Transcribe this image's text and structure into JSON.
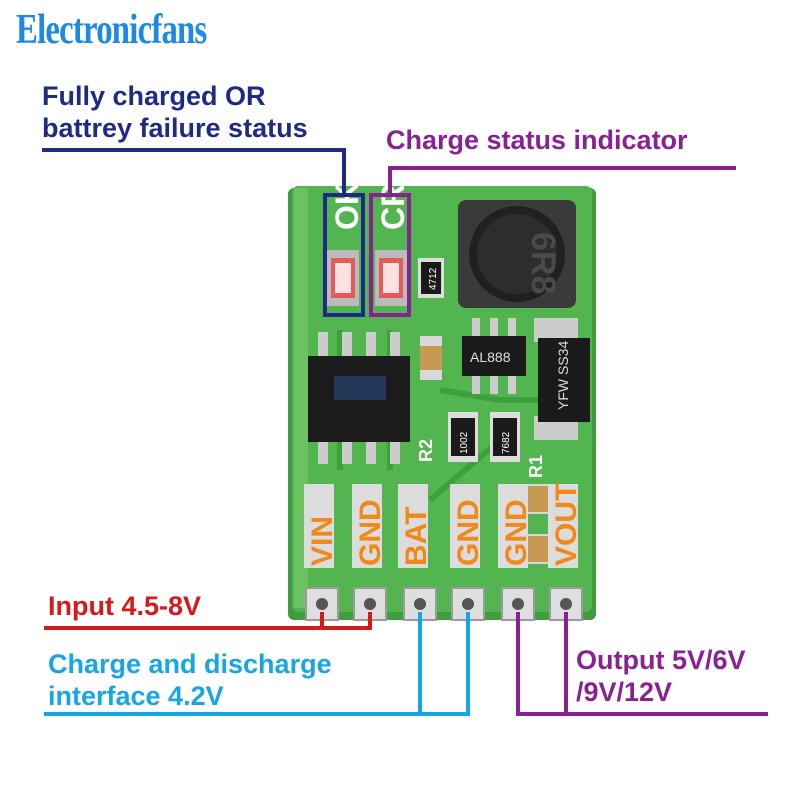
{
  "brand": {
    "name": "Electronicfans"
  },
  "callouts": {
    "ok_status_line1": "Fully charged OR",
    "ok_status_line2": "battrey failure status",
    "charge_status": "Charge status indicator",
    "input": "Input 4.5-8V",
    "charge_interface_line1": "Charge and discharge",
    "charge_interface_line2": "interface 4.2V",
    "output_line1": "Output 5V/6V",
    "output_line2": "/9V/12V"
  },
  "board": {
    "led_labels": [
      "OK",
      "CR"
    ],
    "pin_labels": [
      "VIN",
      "GND",
      "BAT",
      "GND",
      "GND",
      "VOUT"
    ],
    "chip_u1": "AL888",
    "diode": "YFW SS34",
    "inductor": "6R8",
    "res_r2_code": "1002",
    "res_r1_code": "7682",
    "res_top_code": "4712",
    "silk_r2": "R2",
    "silk_r1": "R1"
  },
  "colors": {
    "brand": "#1e88e5",
    "navy": "#1f2a86",
    "purple": "#8a2192",
    "red": "#d7191c",
    "cyan": "#15a6e6",
    "pcb": "#4cb34a",
    "pin_text": "#f0881a"
  }
}
